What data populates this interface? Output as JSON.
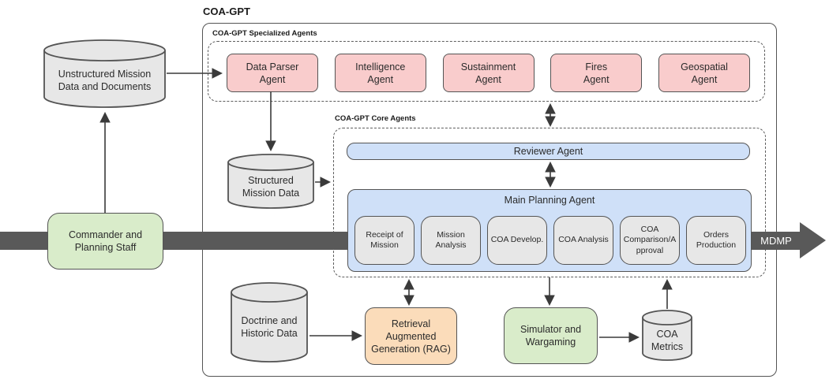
{
  "diagram": {
    "title": "COA-GPT",
    "mdmp_label": "MDMP",
    "specialized": {
      "label": "COA-GPT Specialized Agents",
      "agents": [
        "Data Parser\nAgent",
        "Intelligence\nAgent",
        "Sustainment\nAgent",
        "Fires\nAgent",
        "Geospatial\nAgent"
      ]
    },
    "core": {
      "label": "COA-GPT Core Agents",
      "reviewer": "Reviewer Agent",
      "main_planning": {
        "label": "Main Planning Agent",
        "steps": [
          "Receipt of\nMission",
          "Mission\nAnalysis",
          "COA Develop.",
          "COA Analysis",
          "COA\nComparison/A\npproval",
          "Orders\nProduction"
        ]
      }
    },
    "nodes": {
      "unstructured_data": "Unstructured Mission\nData and Documents",
      "commander": "Commander and\nPlanning Staff",
      "structured_data": "Structured\nMission Data",
      "doctrine_data": "Doctrine and\nHistoric Data",
      "rag": "Retrieval\nAugmented\nGeneration (RAG)",
      "simulator": "Simulator and\nWargaming",
      "coa_metrics": "COA\nMetrics"
    },
    "edges": [
      {
        "from": "Commander and Planning Staff",
        "to": "Unstructured Mission Data and Documents",
        "direction": "one-way"
      },
      {
        "from": "Unstructured Mission Data and Documents",
        "to": "Data Parser Agent",
        "direction": "one-way"
      },
      {
        "from": "Data Parser Agent",
        "to": "Structured Mission Data",
        "direction": "one-way"
      },
      {
        "from": "Structured Mission Data",
        "to": "COA-GPT Core Agents",
        "direction": "one-way"
      },
      {
        "from": "COA-GPT Specialized Agents",
        "to": "COA-GPT Core Agents",
        "direction": "two-way"
      },
      {
        "from": "Reviewer Agent",
        "to": "Main Planning Agent",
        "direction": "two-way"
      },
      {
        "from": "COA-GPT Core Agents",
        "to": "Retrieval Augmented Generation (RAG)",
        "direction": "two-way"
      },
      {
        "from": "Doctrine and Historic Data",
        "to": "Retrieval Augmented Generation (RAG)",
        "direction": "one-way"
      },
      {
        "from": "COA-GPT Core Agents",
        "to": "Simulator and Wargaming",
        "direction": "one-way"
      },
      {
        "from": "Simulator and Wargaming",
        "to": "COA Metrics",
        "direction": "one-way"
      },
      {
        "from": "COA Metrics",
        "to": "COA-GPT Core Agents",
        "direction": "one-way"
      },
      {
        "from": "MDMP flow",
        "to": "MDMP",
        "direction": "one-way"
      }
    ],
    "colors": {
      "pink": "#f9cccc",
      "blue": "#cfe0f8",
      "green": "#d9ecca",
      "orange": "#fbdcba",
      "gray": "#e7e7e7",
      "border": "#545454",
      "mdmp_bar": "#595959"
    }
  }
}
